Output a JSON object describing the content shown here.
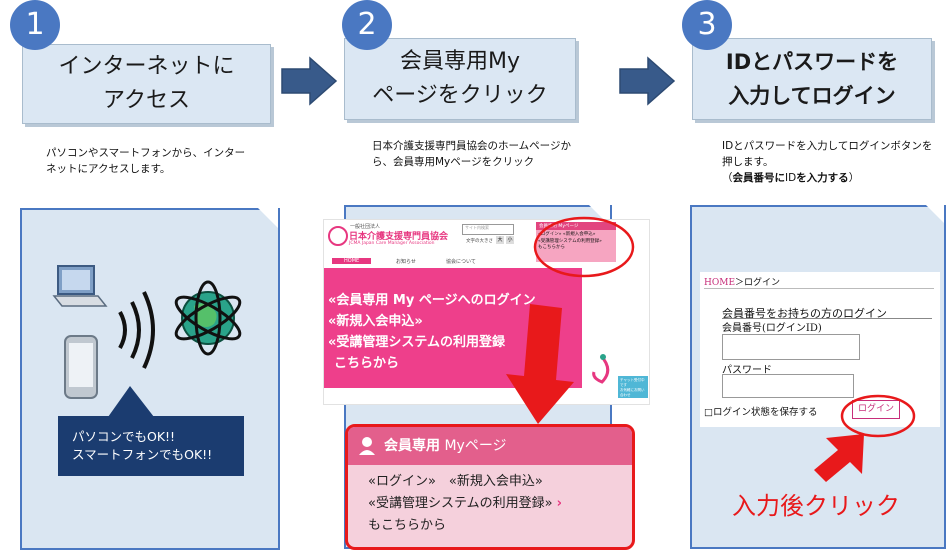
{
  "steps": [
    {
      "number": "1",
      "title_line1": "インターネットに",
      "title_line2": "アクセス",
      "desc": "パソコンやスマートフォンから、インターネットにアクセスします。"
    },
    {
      "number": "2",
      "title_line1": "会員専用My",
      "title_line2": "ページをクリック",
      "desc": "日本介護支援専門員協会のホームページから、会員専用Myページをクリック"
    },
    {
      "number": "3",
      "title_line1": "IDとパスワードを",
      "title_line2": "入力してログイン",
      "desc": "IDとパスワードを入力してログインボタンを押します。",
      "note_open": "（",
      "note_bold1": "会員番号",
      "note_mid": "に",
      "note_plain": "ID",
      "note_bold2": "を入力する",
      "note_close": "）"
    }
  ],
  "panel1": {
    "speech_line1": "パソコンでもOK!!",
    "speech_line2": "スマートフォンでもOK!!"
  },
  "site": {
    "org_small": "一般社団法人",
    "org_name": "日本介護支援専門員協会",
    "org_en": "JCMA Japan Care Manager Association",
    "search_placeholder": "サイト内検索",
    "font_size_label": "文字の大きさ",
    "font_btn_std": "大",
    "font_btn_large": "小",
    "mypage_title": "会員専用 Myページ",
    "mypage_links": "«ログイン» «新規入会申込»",
    "mypage_links2": "«受講管理システムの利用登録»",
    "mypage_links3": "もこちらから",
    "nav": [
      "HOME",
      "お知らせ",
      "協会について"
    ],
    "banner_line1": "«会員専用 My ページへのログイン",
    "banner_line2": "«新規入会申込»",
    "banner_line3": "«受講管理システムの利用登録",
    "banner_line4": "こちらから",
    "side_link1": "チャット受付中です",
    "side_link2": "お気軽にお問い合わせ"
  },
  "zoom": {
    "title_bold": "会員専用",
    "title_rest": "Myページ",
    "line1": "«ログイン»　«新規入会申込»",
    "line2": "«受講管理システムの利用登録»",
    "line2_arrow": "›",
    "line3": "もこちらから"
  },
  "login": {
    "breadcrumb_home": "HOME",
    "breadcrumb_rest": "＞ログイン",
    "heading": "会員番号をお持ちの方のログイン",
    "id_label": "会員番号(ログインID)",
    "password_label": "パスワード",
    "remember_label": "□ログイン状態を保存する",
    "login_button": "ログイン",
    "after_click": "入力後クリック"
  },
  "colors": {
    "accent": "#4a78c2",
    "pink": "#e73780",
    "red": "#e8191b",
    "step_bg": "#dbe7f3"
  }
}
